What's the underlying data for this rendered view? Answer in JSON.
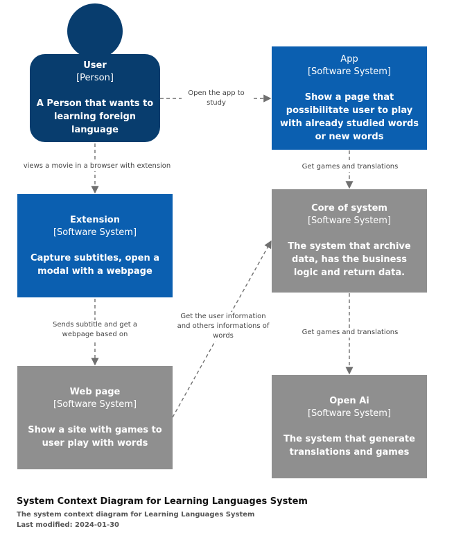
{
  "diagram": {
    "elements": {
      "user": {
        "name": "User",
        "kind": "[Person]",
        "desc": "A Person that wants to learning foreign language"
      },
      "app": {
        "name": "App",
        "kind": "[Software System]",
        "desc": "Show a page that possibilitate user to play with already studied words or new words"
      },
      "extension": {
        "name": "Extension",
        "kind": "[Software System]",
        "desc": "Capture subtitles, open a modal with a webpage"
      },
      "core": {
        "name": "Core of system",
        "kind": "[Software System]",
        "desc": "The system that archive data, has the business logic and return data."
      },
      "webpage": {
        "name": "Web page",
        "kind": "[Software System]",
        "desc": "Show a site with games to user play with words"
      },
      "openai": {
        "name": "Open Ai",
        "kind": "[Software System]",
        "desc": "The system that generate translations and games"
      }
    },
    "relations": {
      "user_app": "Open the app to study",
      "user_extension": "views a movie in a browser with extension",
      "app_core": "Get games and translations",
      "extension_webpage": "Sends subtitle and get a webpage based on",
      "webpage_core": "Get the user information and others informations of words",
      "core_openai": "Get games and translations"
    },
    "colors": {
      "person": "#083d6e",
      "software_system": "#0b5fb0",
      "external_system": "#8f8f8f",
      "arrow": "#707070"
    }
  },
  "footer": {
    "title": "System Context Diagram for Learning Languages System",
    "subtitle": "The system context diagram for Learning Languages System",
    "modified": "Last modified: 2024-01-30"
  }
}
